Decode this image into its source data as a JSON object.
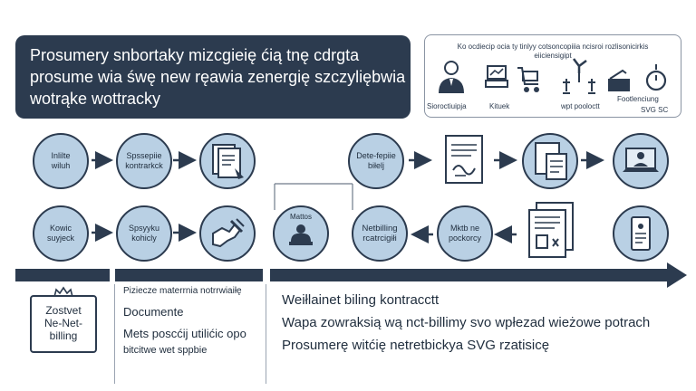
{
  "header": {
    "line1": "Prosumery snbortaky mizcgieię ćią tnę cdrgta",
    "line2": "prosume wia śwę new ręawia zenergię szczyliębwia",
    "line3": "wotrąke wottracky"
  },
  "legend": {
    "caption1": "Ko ocdiecip ocia ty tinlyy cotsoncopiiia ncisroi rozlisonicirkis",
    "caption2": "eiiciensigipt",
    "items": [
      {
        "label": "Sioroctiuipja",
        "icon": "user-icon"
      },
      {
        "label": "Kituek",
        "icon": "stack-icon"
      },
      {
        "label": "",
        "icon": "cart-icon"
      },
      {
        "label": "wpt pooloctt",
        "icon": "windmill-icon"
      },
      {
        "label": "Footlenciung",
        "icon": "box-icon"
      },
      {
        "label": "SVG SC",
        "icon": "clock-icon"
      }
    ]
  },
  "flow": {
    "row1": [
      {
        "label": "Inlilte\nwiluh"
      },
      {
        "label": "Spssepiie\nkontrarkck"
      },
      {
        "label": "Dete-fepiie\nbiłelj"
      }
    ],
    "row2": [
      {
        "label": "Kowic\nsuyjeck"
      },
      {
        "label": "Spsyyku\nkohicly"
      },
      {
        "label": "Mattos"
      },
      {
        "label": "Netbilling\nrcatrcigiłi"
      },
      {
        "label": "Mktb ne\npockorcy"
      }
    ]
  },
  "bottom": {
    "left_box": "Zostvet\nNe-Net-\nbilling",
    "mid_title": "Piziecze materrnia notrrwiaiłę",
    "mid_heading": "Documente",
    "mid_body1": "Mets poscćij utilićic opo",
    "mid_body2": "bitcitwe wet sppbie",
    "right_line1": "Weiłlainet biling kontracctt",
    "right_line2": "Wapa zowraksią wą nct-billimy svo wpłezad wieżowe potrach",
    "right_line3": "Prosumerę witćię netretbickya SVG  rzatisicę"
  },
  "colors": {
    "navy": "#2c3b4f",
    "circle_fill": "#b9d0e4",
    "doc_fill": "#e4edf5"
  }
}
